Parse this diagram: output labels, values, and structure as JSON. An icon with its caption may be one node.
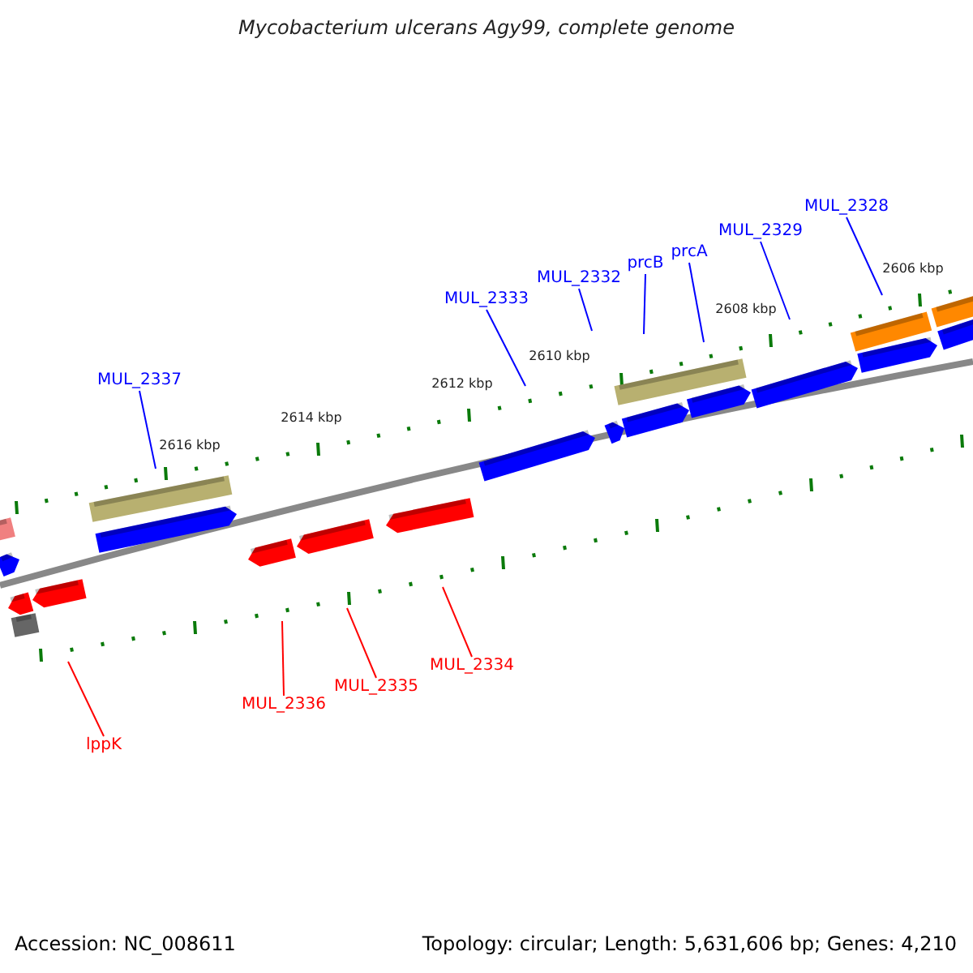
{
  "diagram": {
    "title": "Mycobacterium ulcerans Agy99, complete genome",
    "nodes": [
      {
        "text": [
          "MUL_2337"
        ]
      },
      {
        "text": [
          "MUL_2333"
        ]
      },
      {
        "text": [
          "MUL_2332"
        ]
      },
      {
        "text": [
          "prcB"
        ]
      },
      {
        "text": [
          "prcA"
        ]
      },
      {
        "text": [
          "MUL_2329"
        ]
      },
      {
        "text": [
          "MUL_2328"
        ]
      },
      {
        "text": [
          "MUL_2336"
        ]
      },
      {
        "text": [
          "MUL_2335"
        ]
      },
      {
        "text": [
          "MUL_2334"
        ]
      },
      {
        "text": [
          "lppK"
        ]
      }
    ],
    "edges": [
      {
        "from": 0,
        "to": null,
        "arrow": "none"
      },
      {
        "from": 1,
        "to": null,
        "arrow": "none"
      },
      {
        "from": 2,
        "to": null,
        "arrow": "none"
      },
      {
        "from": 3,
        "to": null,
        "arrow": "none"
      },
      {
        "from": 4,
        "to": null,
        "arrow": "none"
      },
      {
        "from": 5,
        "to": null,
        "arrow": "none"
      },
      {
        "from": 6,
        "to": null,
        "arrow": "none"
      },
      {
        "from": 7,
        "to": null,
        "arrow": "none",
        "color": "#ff0000"
      },
      {
        "from": 8,
        "to": null,
        "arrow": "none",
        "color": "#ff0000"
      },
      {
        "from": 9,
        "to": null,
        "arrow": "none",
        "color": "#ff0000"
      },
      {
        "from": 10,
        "to": null,
        "arrow": "none",
        "color": "#ff0000"
      }
    ],
    "labels": [
      "2616 kbp",
      "2614 kbp",
      "2612 kbp",
      "2610 kbp",
      "2608 kbp",
      "2606 kbp",
      "Accession: NC_008611",
      "Topology: circular; Length: 5,631,606 bp; Genes: 4,210"
    ]
  }
}
